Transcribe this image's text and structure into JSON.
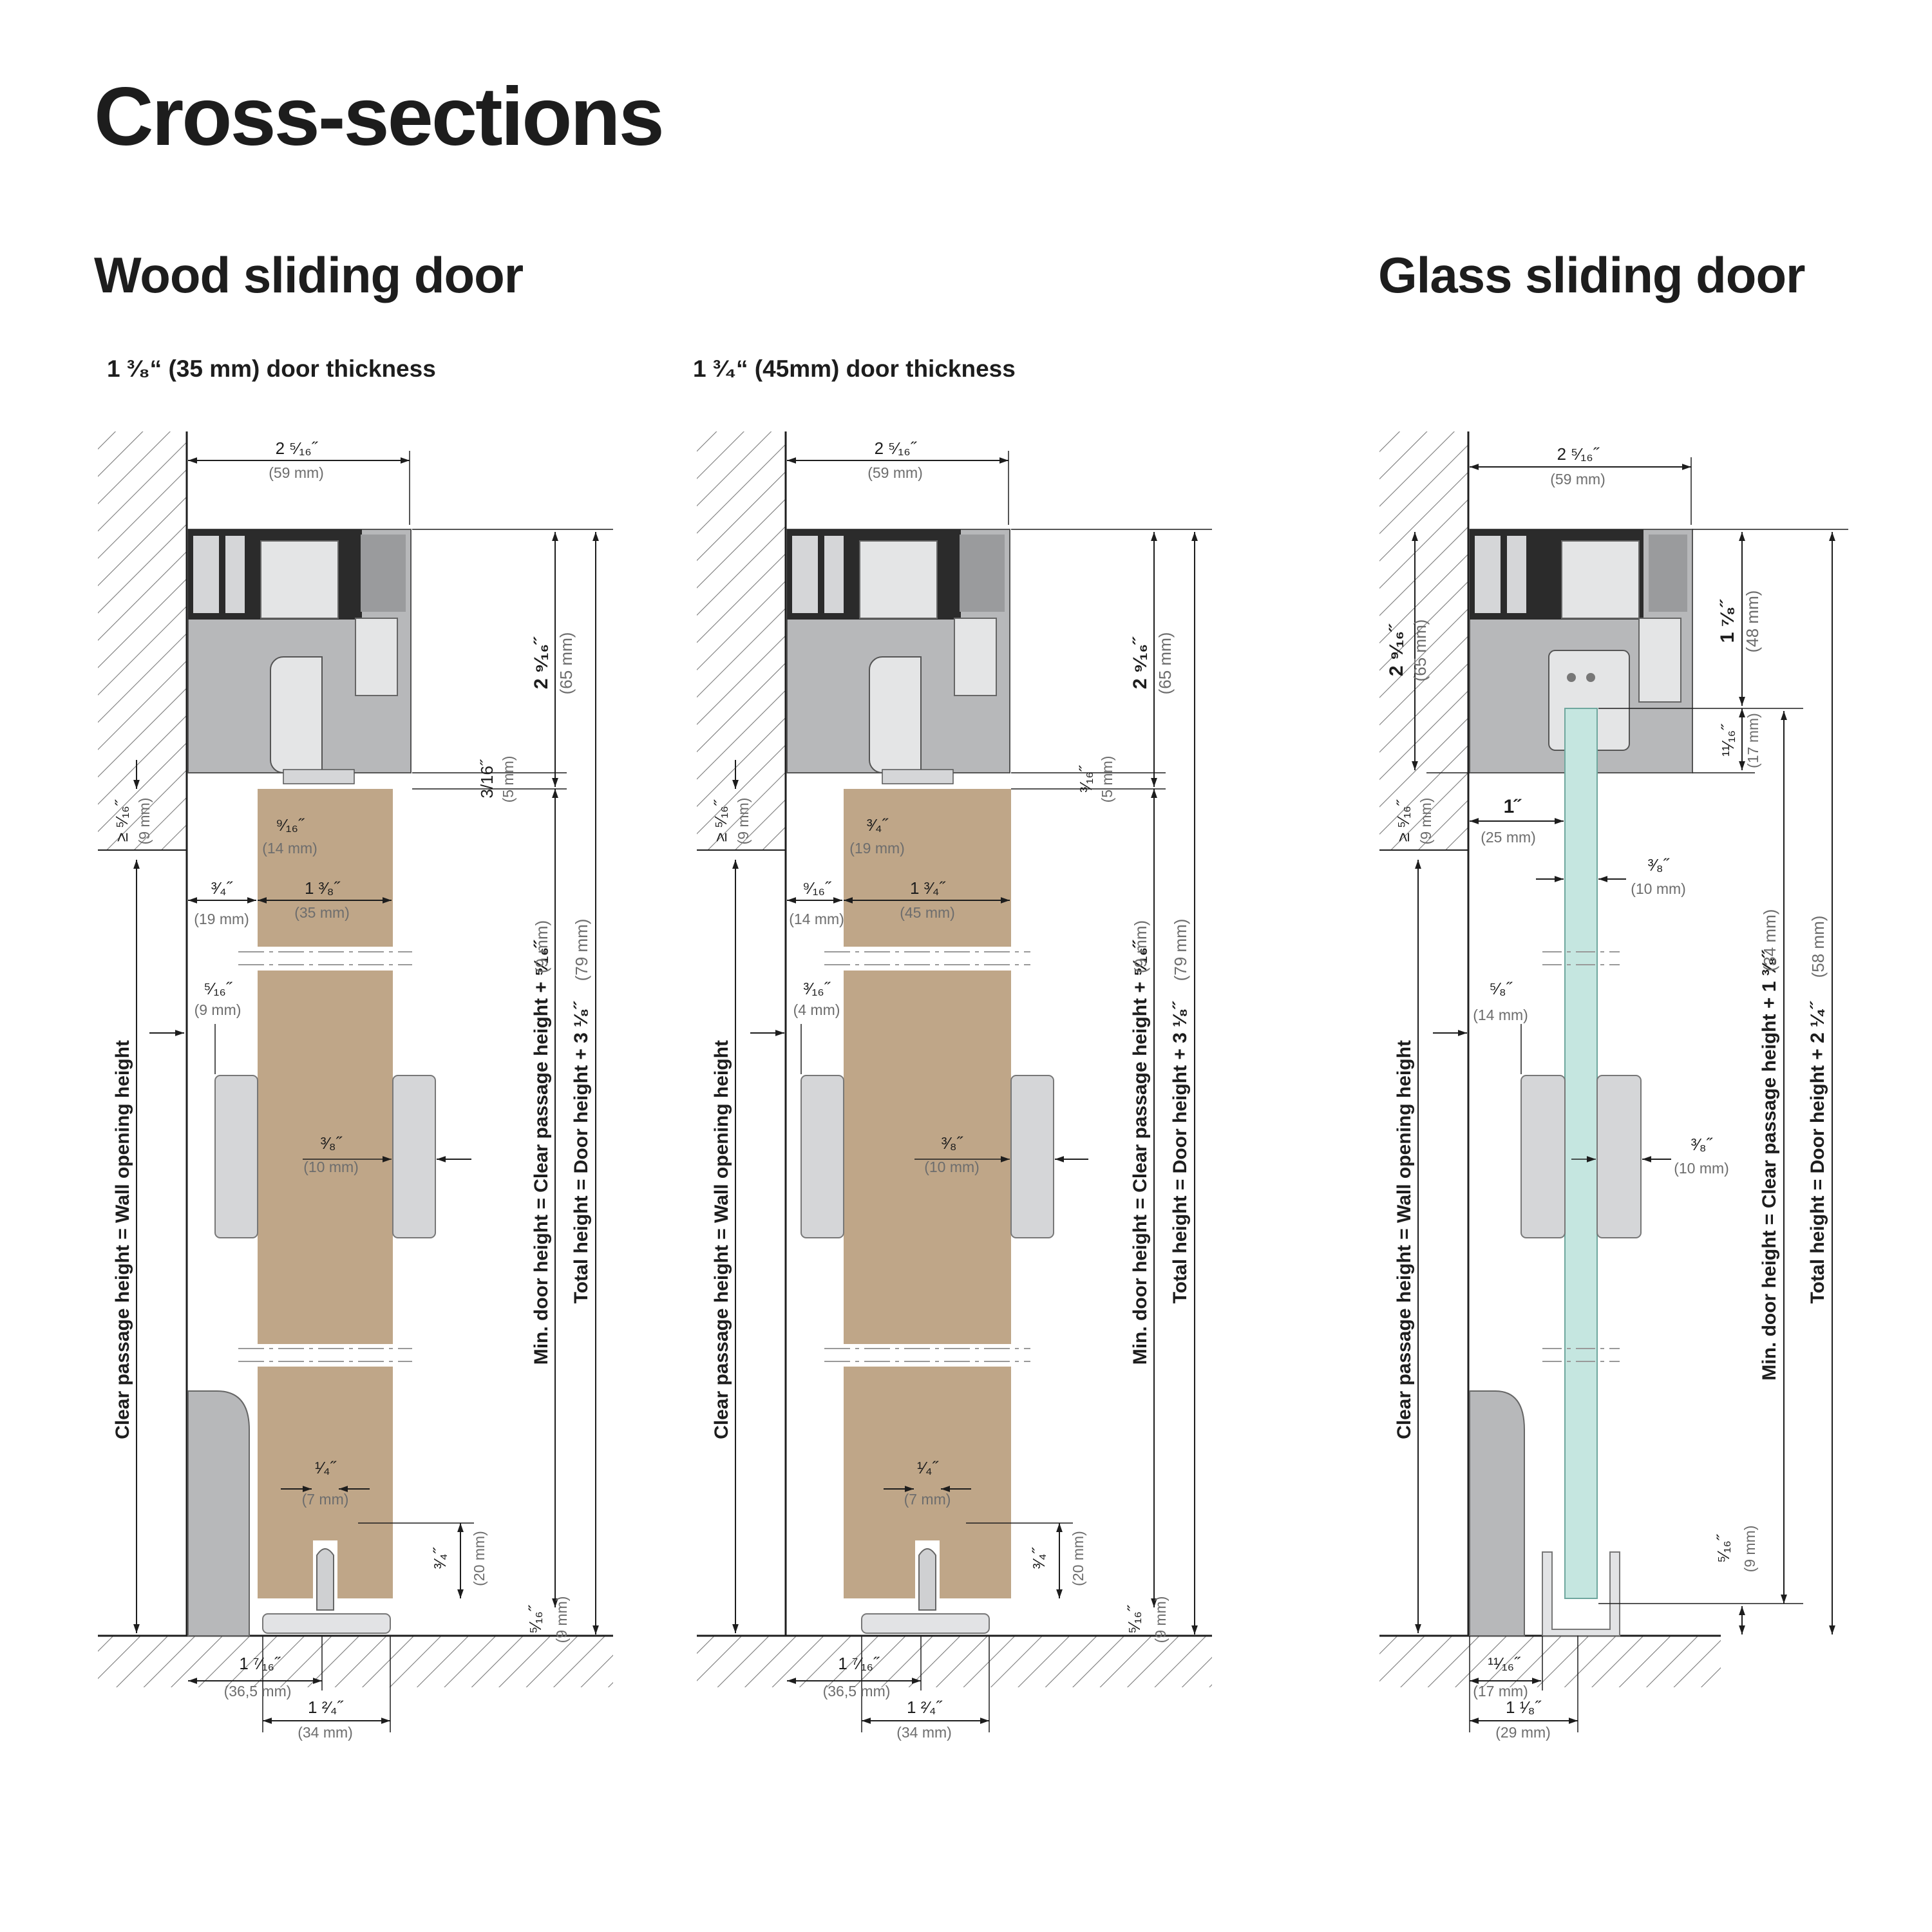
{
  "page_title": "Cross-sections",
  "sections": {
    "wood_title": "Wood sliding door",
    "glass_title": "Glass sliding door"
  },
  "variants": {
    "wood_35_title": "1 ³⁄₈“ (35 mm) door thickness",
    "wood_45_title": "1 ³⁄₄“ (45mm) door thickness"
  },
  "wood35": {
    "top_width": {
      "in": "2 ⁵⁄₁₆˝",
      "mm": "(59 mm)"
    },
    "track_height": {
      "in": "2 ⁹⁄₁₆˝",
      "mm": "(65 mm)"
    },
    "top_gap": {
      "in": "3/16˝",
      "mm": "(5 mm)"
    },
    "wall_overlap": {
      "in": "≥ ⁵⁄₁₆˝",
      "mm": "(9 mm)"
    },
    "hanger_offset": {
      "in": "⁹⁄₁₆˝",
      "mm": "(14 mm)"
    },
    "wall_gap": {
      "in": "³⁄₄˝",
      "mm": "(19 mm)"
    },
    "door_thickness": {
      "in": "1 ³⁄₈˝",
      "mm": "(35 mm)"
    },
    "handle_gap": {
      "in": "⁵⁄₁₆˝",
      "mm": "(9 mm)"
    },
    "handle_depth": {
      "in": "³⁄₈˝",
      "mm": "(10 mm)"
    },
    "groove_width": {
      "in": "¹⁄₄˝",
      "mm": "(7 mm)"
    },
    "groove_height": {
      "in": "³⁄₄˝",
      "mm": "(20 mm)"
    },
    "bottom_gap": {
      "in": "⁵⁄₁₆˝",
      "mm": "(9 mm)"
    },
    "guide_offset": {
      "in": "1 ⁷⁄₁₆˝",
      "mm": "(36,5 mm)"
    },
    "guide_width": {
      "in": "1 ²⁄₄˝",
      "mm": "(34 mm)"
    },
    "clear_passage_label": "Clear passage height = Wall opening height",
    "min_door_label": "Min. door height = Clear passage height + ⁵⁄₁₆˝",
    "min_door_mm": "(9 mm)",
    "total_label": "Total height = Door height + 3 ¹⁄₈˝",
    "total_mm": "(79 mm)"
  },
  "wood45": {
    "top_width": {
      "in": "2 ⁵⁄₁₆˝",
      "mm": "(59 mm)"
    },
    "track_height": {
      "in": "2 ⁹⁄₁₆˝",
      "mm": "(65 mm)"
    },
    "top_gap": {
      "in": "³⁄₁₆˝",
      "mm": "(5 mm)"
    },
    "wall_overlap": {
      "in": "≥ ⁵⁄₁₆˝",
      "mm": "(9 mm)"
    },
    "hanger_offset": {
      "in": "³⁄₄˝",
      "mm": "(19 mm)"
    },
    "wall_gap": {
      "in": "⁹⁄₁₆˝",
      "mm": "(14 mm)"
    },
    "door_thickness": {
      "in": "1 ³⁄₄˝",
      "mm": "(45 mm)"
    },
    "handle_gap": {
      "in": "³⁄₁₆˝",
      "mm": "(4 mm)"
    },
    "handle_depth": {
      "in": "³⁄₈˝",
      "mm": "(10 mm)"
    },
    "groove_width": {
      "in": "¹⁄₄˝",
      "mm": "(7 mm)"
    },
    "groove_height": {
      "in": "³⁄₄˝",
      "mm": "(20 mm)"
    },
    "bottom_gap": {
      "in": "⁵⁄₁₆˝",
      "mm": "(9 mm)"
    },
    "guide_offset": {
      "in": "1 ⁷⁄₁₆˝",
      "mm": "(36,5 mm)"
    },
    "guide_width": {
      "in": "1 ²⁄₄˝",
      "mm": "(34 mm)"
    },
    "clear_passage_label": "Clear passage height = Wall opening height",
    "min_door_label": "Min. door height = Clear passage height + ⁵⁄₁₆˝",
    "min_door_mm": "(9 mm)",
    "total_label": "Total height = Door height + 3 ¹⁄₈˝",
    "total_mm": "(79 mm)"
  },
  "glass": {
    "top_width": {
      "in": "2 ⁵⁄₁₆˝",
      "mm": "(59 mm)"
    },
    "track_height": {
      "in": "2 ⁹⁄₁₆˝",
      "mm": "(65 mm)"
    },
    "clamp_height": {
      "in": "1 ⁷⁄₈˝",
      "mm": "(48 mm)"
    },
    "glass_top_gap": {
      "in": "¹¹⁄₁₆˝",
      "mm": "(17 mm)"
    },
    "wall_overlap": {
      "in": "≥ ⁵⁄₁₆˝",
      "mm": "(9 mm)"
    },
    "wall_gap": {
      "in": "1˝",
      "mm": "(25 mm)"
    },
    "glass_thickness": {
      "in": "³⁄₈˝",
      "mm": "(10 mm)"
    },
    "handle_gap": {
      "in": "⁵⁄₈˝",
      "mm": "(14 mm)"
    },
    "handle_depth": {
      "in": "³⁄₈˝",
      "mm": "(10 mm)"
    },
    "bottom_gap": {
      "in": "⁵⁄₁₆˝",
      "mm": "(9 mm)"
    },
    "guide_offset": {
      "in": "¹¹⁄₁₆˝",
      "mm": "(17 mm)"
    },
    "guide_width": {
      "in": "1 ¹⁄₈˝",
      "mm": "(29 mm)"
    },
    "clear_passage_label": "Clear passage height = Wall opening height",
    "min_door_label": "Min. door height = Clear passage height + 1 ³⁄₈˝",
    "min_door_mm": "(34 mm)",
    "total_label": "Total height = Door height + 2 ¹⁄₄˝",
    "total_mm": "(58 mm)"
  },
  "colors": {
    "wood": "#bfa688",
    "glass": "#c5e6e0",
    "glass_edge": "#6fa79e",
    "metal": "#b7b8ba",
    "dark_profile": "#2b2b2b",
    "handle": "#d5d6d8",
    "line": "#1d1d1d",
    "hatch": "#7a7a7a"
  }
}
